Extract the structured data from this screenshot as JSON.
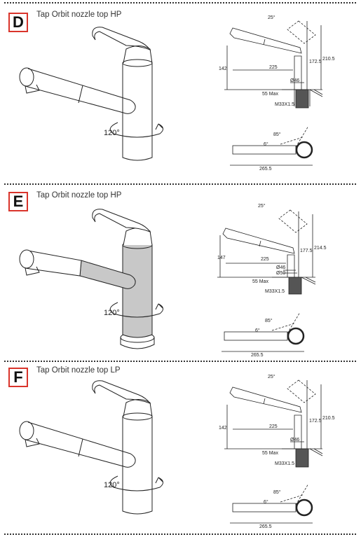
{
  "sections": [
    {
      "letter": "D",
      "title": "Tap Orbit nozzle top HP",
      "rotation": "120°",
      "dims": {
        "angle_top": "25°",
        "dim_225": "225",
        "dim_142": "142",
        "dim_172": "172.5",
        "dim_210": "210.5",
        "dia46": "Ø46",
        "max55": "55 Max",
        "thread": "M33X1.5",
        "angle_85": "85°",
        "angle_6": "6°",
        "length": "265.5"
      }
    },
    {
      "letter": "E",
      "title": "Tap Orbit nozzle top HP",
      "rotation": "120°",
      "dims": {
        "angle_top": "25°",
        "dim_225": "225",
        "dim_147": "147",
        "dim_177": "177.5",
        "dim_214": "214.5",
        "dia46": "Ø46",
        "dia50": "Ø50",
        "max55": "55 Max",
        "thread": "M33X1.5",
        "angle_85": "85°",
        "angle_6": "6°",
        "length": "265.5"
      }
    },
    {
      "letter": "F",
      "title": "Tap Orbit nozzle top LP",
      "rotation": "120°",
      "dims": {
        "angle_top": "25°",
        "dim_225": "225",
        "dim_142": "142",
        "dim_172": "172.5",
        "dim_210": "210.5",
        "dia46": "Ø46",
        "max55": "55 Max",
        "thread": "M33X1.5",
        "angle_85": "85°",
        "angle_6": "6°",
        "length": "265.5"
      }
    }
  ],
  "colors": {
    "accent": "#d9342b",
    "highlight": "#c8c8c8",
    "line": "#222222"
  }
}
